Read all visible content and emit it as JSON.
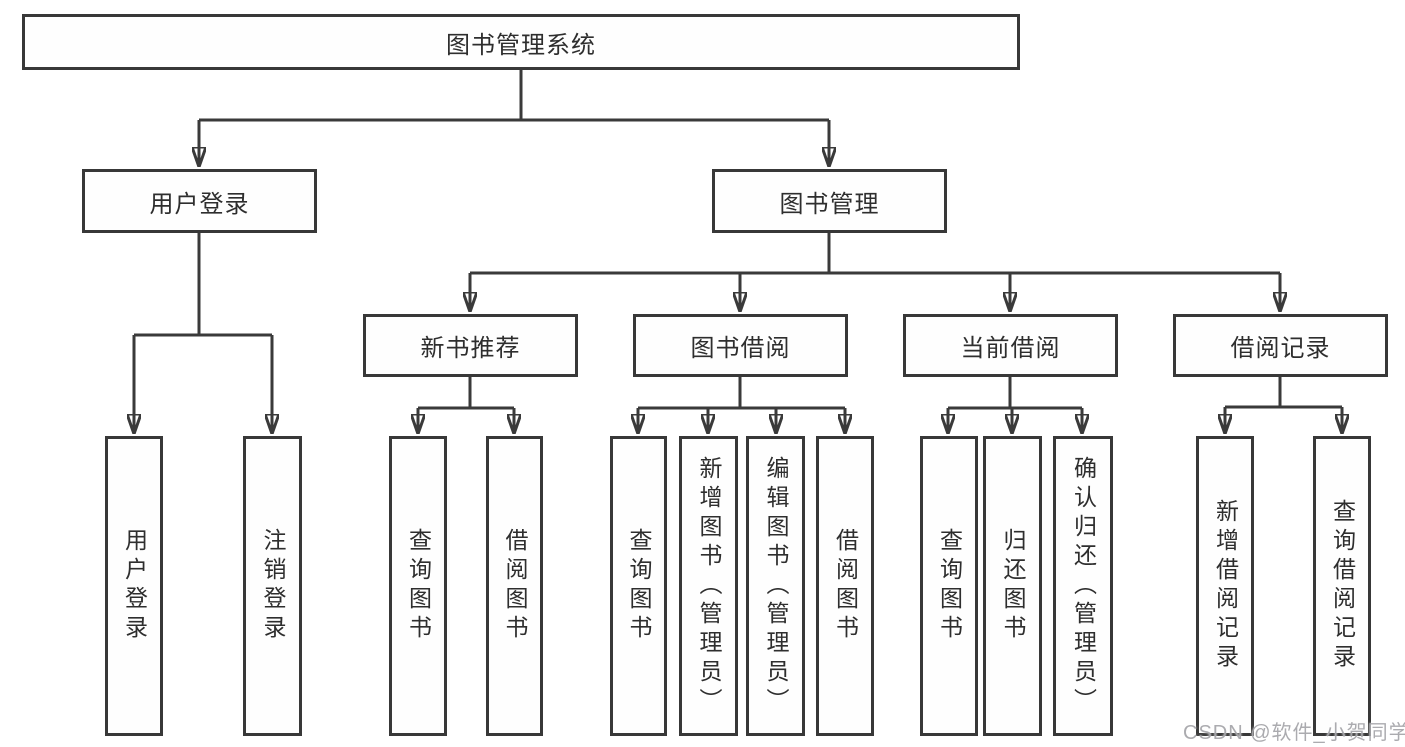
{
  "diagram": {
    "type": "hierarchy-tree",
    "title": "图书管理系统",
    "structure": {
      "root": "图书管理系统",
      "children": [
        {
          "label": "用户登录",
          "children": [
            "用户登录",
            "注销登录"
          ]
        },
        {
          "label": "图书管理",
          "children": [
            {
              "label": "新书推荐",
              "children": [
                "查询图书",
                "借阅图书"
              ]
            },
            {
              "label": "图书借阅",
              "children": [
                "查询图书",
                "新增图书（管理员）",
                "编辑图书（管理员）",
                "借阅图书"
              ]
            },
            {
              "label": "当前借阅",
              "children": [
                "查询图书",
                "归还图书",
                "确认归还（管理员）"
              ]
            },
            {
              "label": "借阅记录",
              "children": [
                "新增借阅记录",
                "查询借阅记录"
              ]
            }
          ]
        }
      ]
    }
  },
  "nodes": {
    "root": "图书管理系统",
    "userLogin": "用户登录",
    "bookMgmt": "图书管理",
    "newBookRec": "新书推荐",
    "bookBorrow": "图书借阅",
    "currentBorrow": "当前借阅",
    "borrowRecord": "借阅记录",
    "leafUserLogin": "用户登录",
    "leafLogout": "注销登录",
    "leafQueryBooksA": "查询图书",
    "leafBorrowBooksA": "借阅图书",
    "leafQueryBooksB": "查询图书",
    "leafAddBooks": "新增图书（管理员）",
    "leafEditBooks": "编辑图书（管理员）",
    "leafBorrowBooksB": "借阅图书",
    "leafQueryBooksC": "查询图书",
    "leafReturnBooks": "归还图书",
    "leafConfirmReturn": "确认归还（管理员）",
    "leafAddBorrowRecord": "新增借阅记录",
    "leafQueryBorrowRecord": "查询借阅记录"
  },
  "watermark": "CSDN @软件_小贺同学",
  "colors": {
    "line": "#3a3a3a",
    "box_border": "#383838",
    "text": "#2e2e2e",
    "watermark": "#a4a4a8",
    "background": "#ffffff"
  }
}
